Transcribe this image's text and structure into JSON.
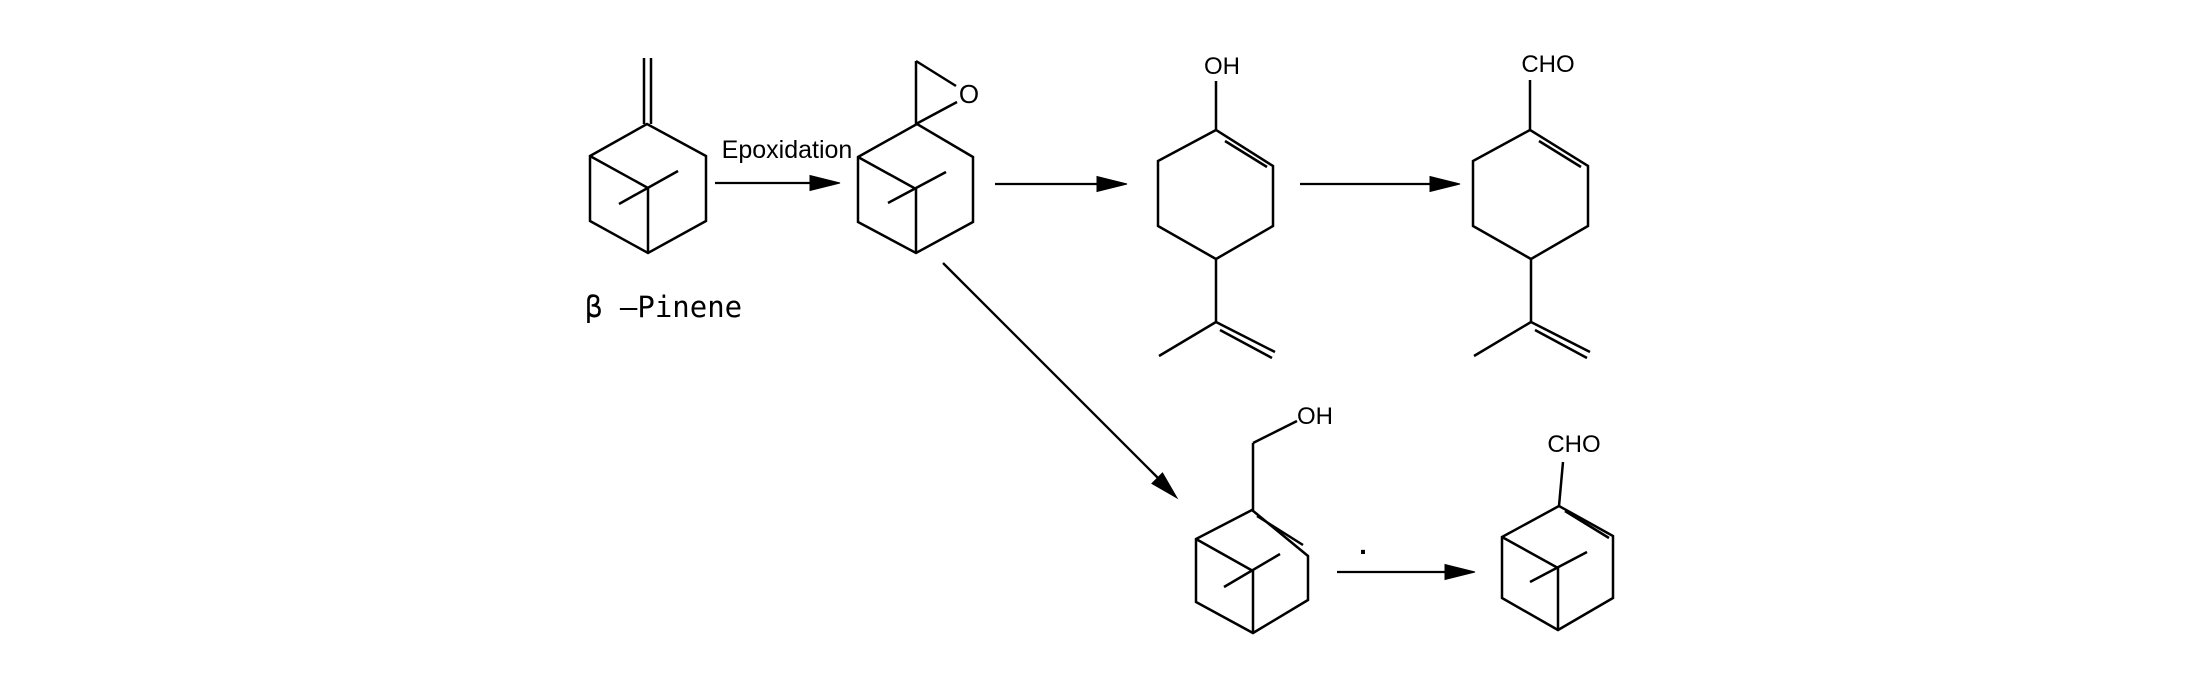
{
  "colors": {
    "line": "#000000",
    "background": "#ffffff"
  },
  "labels": {
    "reaction_arrow": "Epoxidation",
    "reactant_name": "β —Pinene",
    "epoxide_oxygen": "O",
    "top_alcohol_group": "OH",
    "top_aldehyde_group": "CHO",
    "bottom_alcohol_group": "OH",
    "bottom_aldehyde_group": "CHO",
    "bottom_arrow_dot": "."
  }
}
